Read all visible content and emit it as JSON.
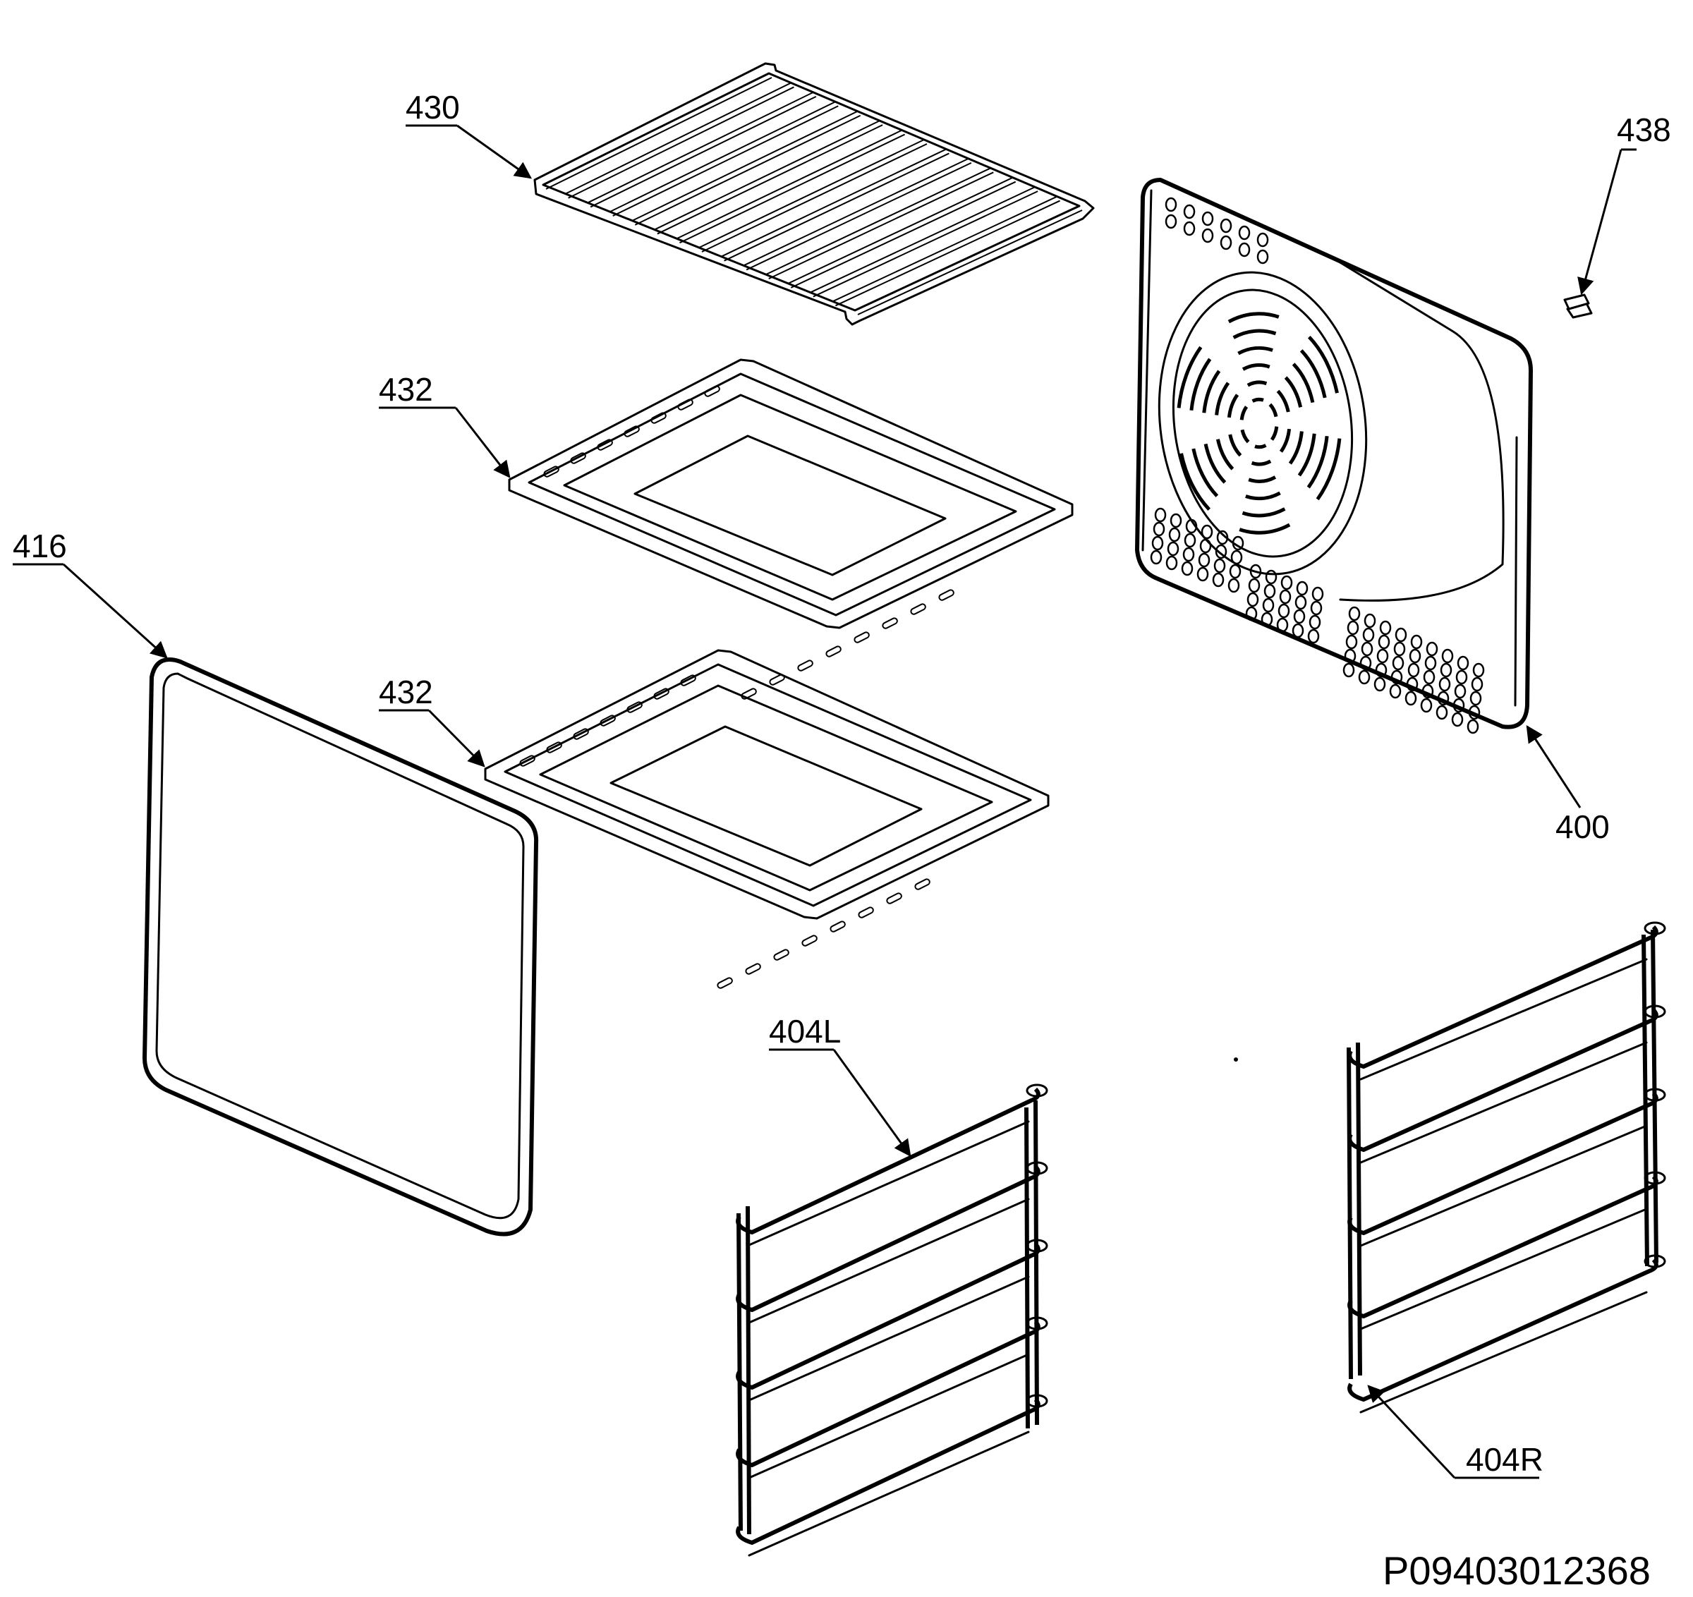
{
  "diagram": {
    "drawing_number": "P09403012368",
    "callouts": [
      {
        "id": "430",
        "text": "430"
      },
      {
        "id": "432a",
        "text": "432"
      },
      {
        "id": "432b",
        "text": "432"
      },
      {
        "id": "416",
        "text": "416"
      },
      {
        "id": "438",
        "text": "438"
      },
      {
        "id": "400",
        "text": "400"
      },
      {
        "id": "404L",
        "text": "404L"
      },
      {
        "id": "404R",
        "text": "404R"
      }
    ]
  }
}
